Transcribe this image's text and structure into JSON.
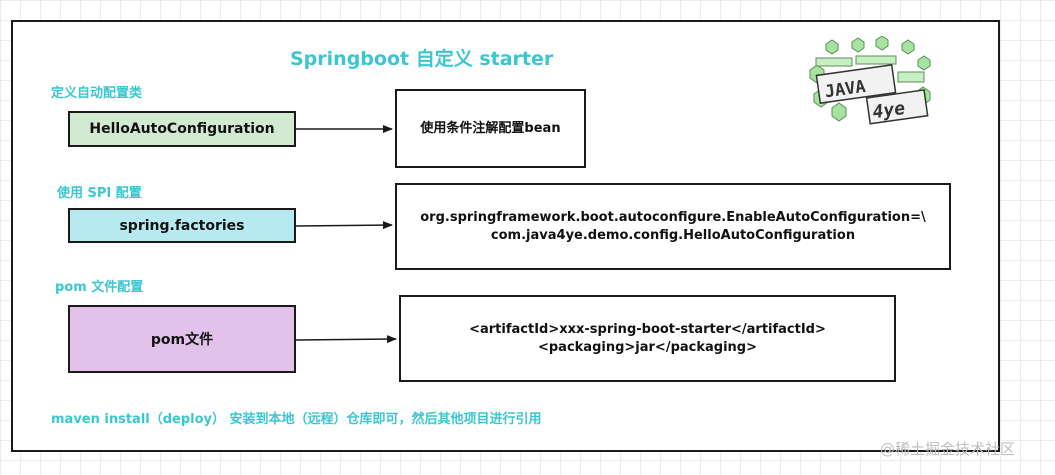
{
  "title": "Springboot 自定义 starter",
  "colors": {
    "accent": "#3cc6cf",
    "box_green": "#d2ead1",
    "box_cyan": "#b6eaf0",
    "box_purple": "#e2c2eb"
  },
  "rows": [
    {
      "label": "定义自动配置类",
      "source": "HelloAutoConfiguration",
      "target_lines": [
        "使用条件注解配置bean"
      ]
    },
    {
      "label": "使用 SPI 配置",
      "source": "spring.factories",
      "target_lines": [
        "org.springframework.boot.autoconfigure.EnableAutoConfiguration=\\",
        "com.java4ye.demo.config.HelloAutoConfiguration"
      ]
    },
    {
      "label": "pom 文件配置",
      "source": "pom文件",
      "target_lines": [
        "<artifactId>xxx-spring-boot-starter</artifactId>",
        "<packaging>jar</packaging>"
      ]
    }
  ],
  "footer": "maven install（deploy）  安装到本地（远程）仓库即可，然后其他项目进行引用",
  "logo": {
    "line1": "JAVA",
    "line2": "4ye",
    "icon": "java4ye-logo-icon"
  },
  "watermark": "@稀土掘金技术社区"
}
